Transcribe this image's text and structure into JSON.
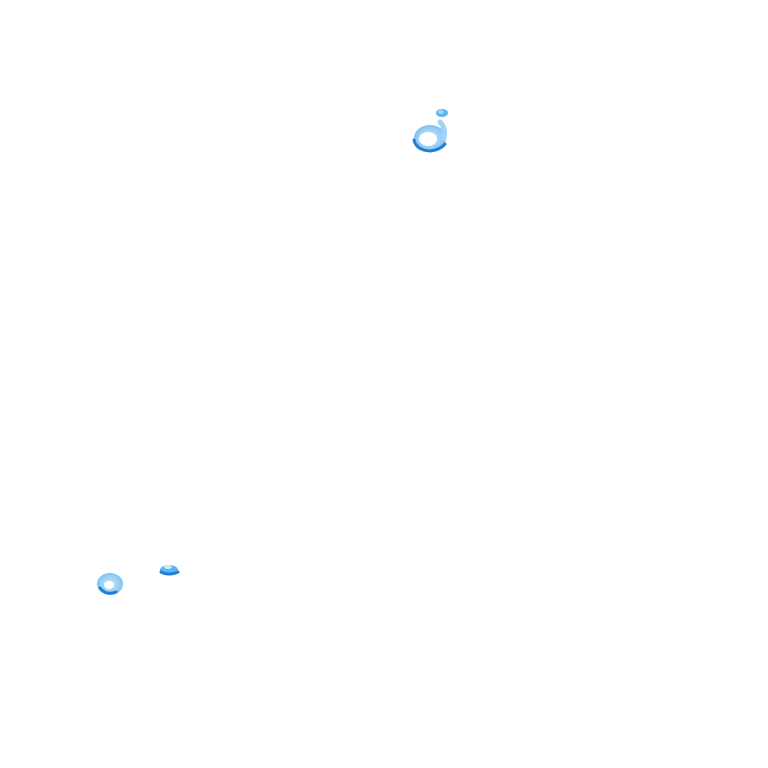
{
  "scene": {
    "background_color": "#ffffff",
    "colors": {
      "light_blue": "#9fd4f6",
      "mid_blue": "#5fb3ef",
      "deep_blue": "#1f7fd6"
    },
    "blobs": [
      {
        "name": "blob-top-ring",
        "shape": "ring"
      },
      {
        "name": "blob-top-nub",
        "shape": "dot"
      },
      {
        "name": "blob-lower-left-ring",
        "shape": "ring"
      },
      {
        "name": "blob-lower-left-dome",
        "shape": "dome"
      }
    ]
  }
}
